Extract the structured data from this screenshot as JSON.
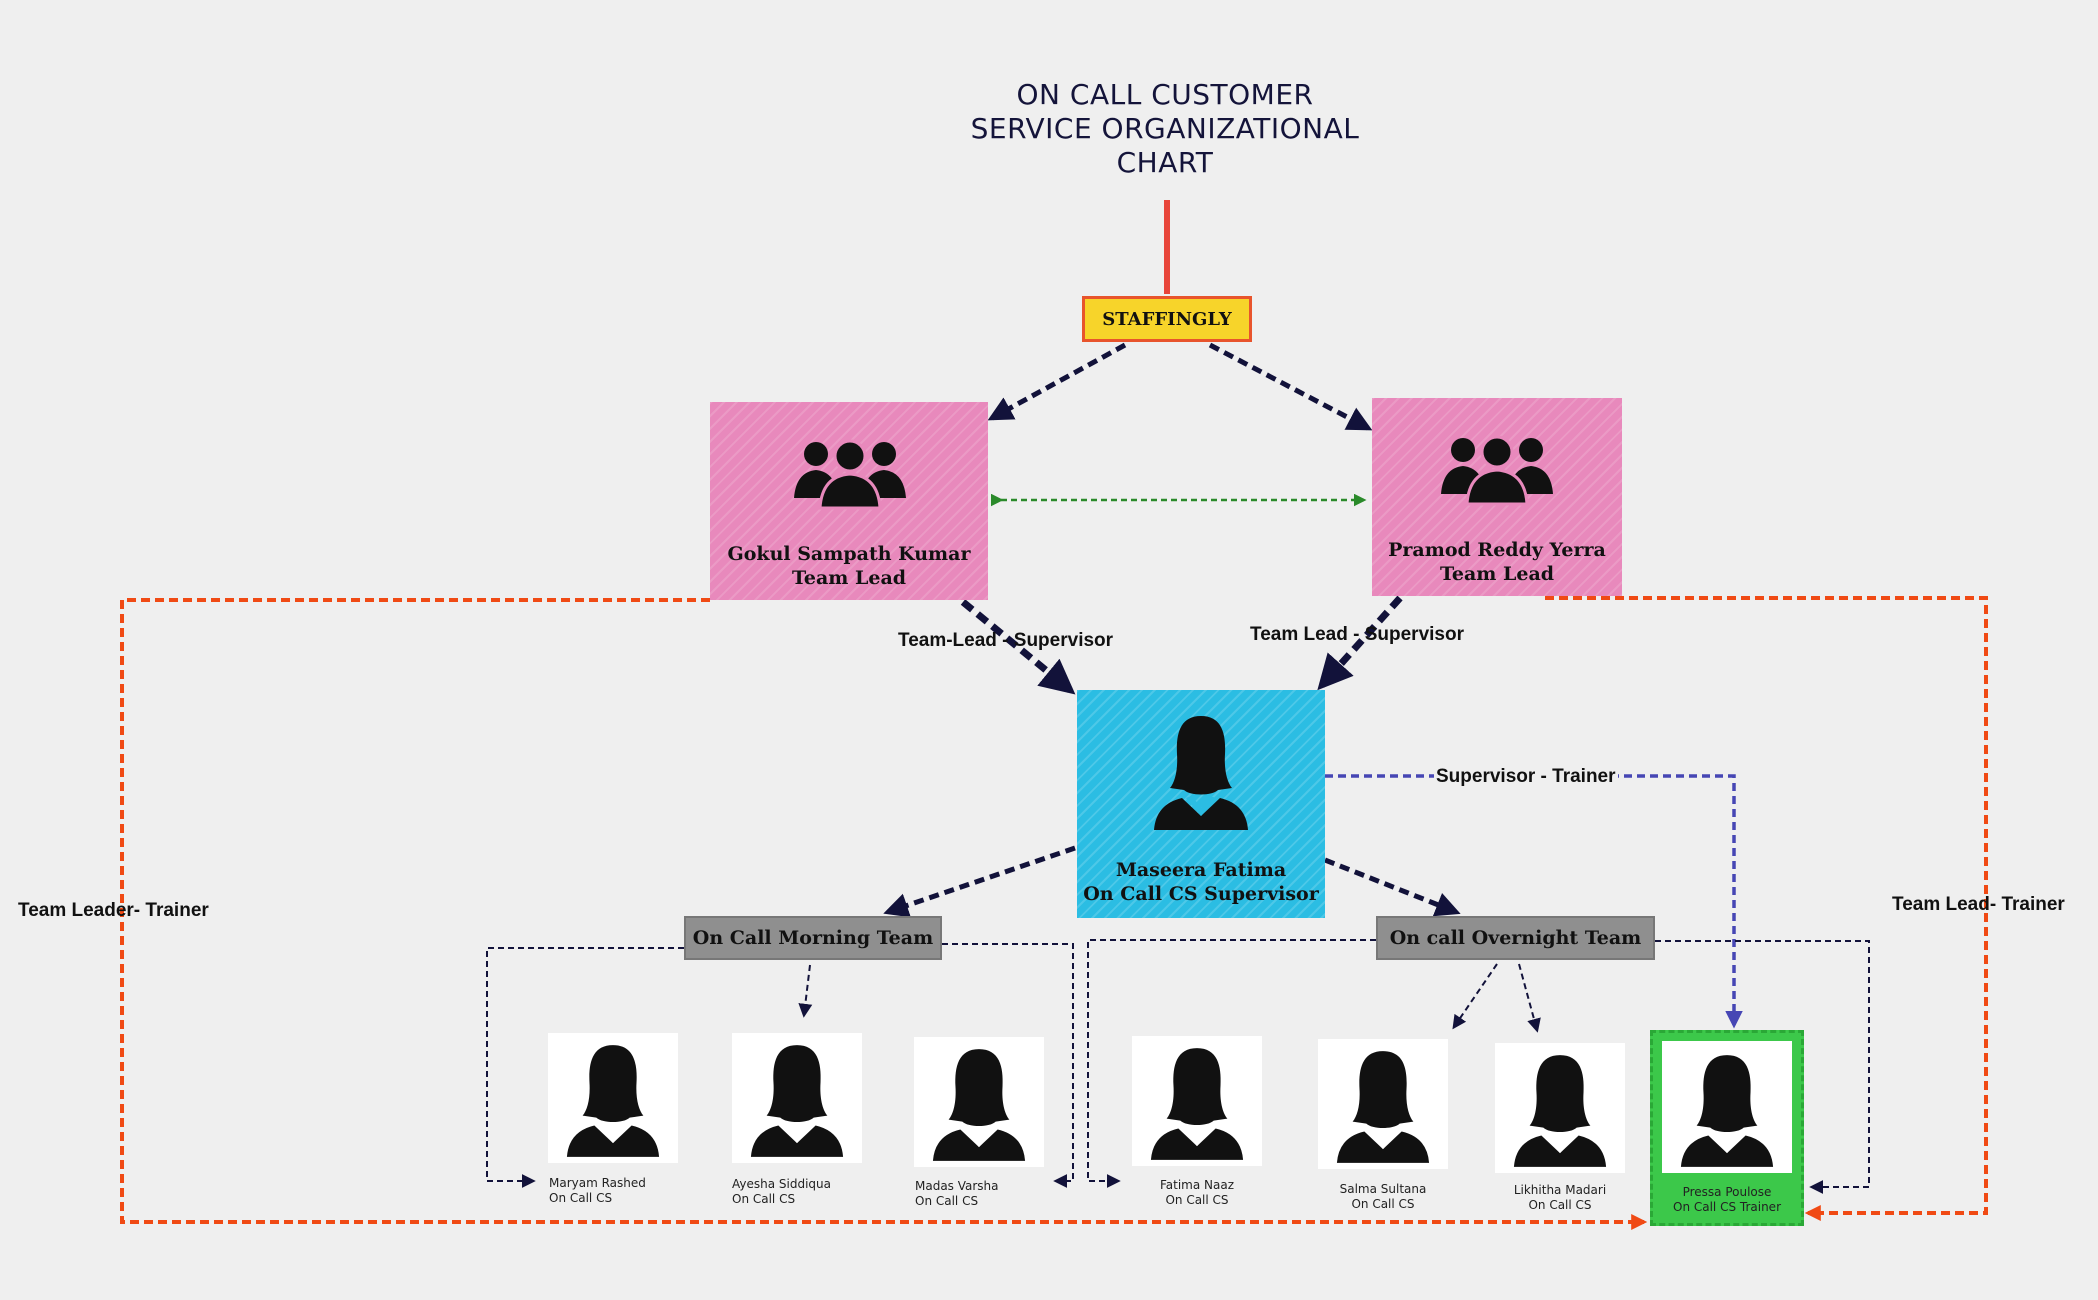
{
  "title": {
    "line1": "ON CALL CUSTOMER",
    "line2": "SERVICE ORGANIZATIONAL",
    "line3": "CHART"
  },
  "root": {
    "label": "STAFFINGLY"
  },
  "team_leads": [
    {
      "name": "Gokul Sampath Kumar",
      "role": "Team Lead",
      "icon": "group-icon"
    },
    {
      "name": "Pramod Reddy Yerra",
      "role": "Team Lead",
      "icon": "group-icon"
    }
  ],
  "supervisor": {
    "name": "Maseera Fatima",
    "role": "On Call CS Supervisor",
    "icon": "woman-icon"
  },
  "relations": {
    "left_lead_supervisor": "Team-Lead - Supervisor",
    "right_lead_supervisor": "Team Lead - Supervisor",
    "supervisor_trainer": "Supervisor - Trainer",
    "left_leader_trainer": "Team Leader- Trainer",
    "right_lead_trainer": "Team Lead- Trainer"
  },
  "teams": [
    {
      "label": "On Call Morning Team"
    },
    {
      "label": "On call Overnight Team"
    }
  ],
  "members": [
    {
      "name": "Maryam Rashed",
      "role": "On Call CS"
    },
    {
      "name": "Ayesha Siddiqua",
      "role": "On Call CS"
    },
    {
      "name": "Madas Varsha",
      "role": "On Call CS"
    },
    {
      "name": "Fatima Naaz",
      "role": "On Call CS"
    },
    {
      "name": "Salma Sultana",
      "role": "On Call CS"
    },
    {
      "name": "Likhitha Madari",
      "role": "On Call CS"
    },
    {
      "name": "Pressa Poulose",
      "role": "On Call CS Trainer"
    }
  ],
  "colors": {
    "background": "#efefef",
    "root_fill": "#f7d42a",
    "root_border": "#e8542c",
    "lead_fill": "#e889bc",
    "supervisor_fill": "#2bbde3",
    "team_bar_fill": "#8f8f8f",
    "trainer_frame": "#3cc84a",
    "arrow_dark": "#12123a",
    "arrow_green": "#2a8a2a",
    "arrow_blue": "#4646b4",
    "arrow_orange": "#f04a14",
    "title_stem": "#e8453a"
  }
}
